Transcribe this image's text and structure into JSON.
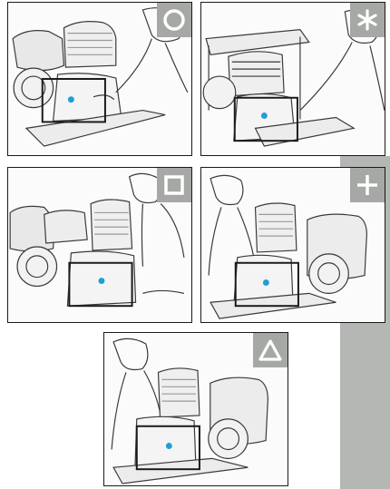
{
  "colors": {
    "frame": "#1a1a1a",
    "badge_bg": "#a6a8a5",
    "badge_symbol": "#ffffff",
    "side_strip": "#b4b7b3",
    "highlight_dot": "#1e9fd6",
    "ink": "#3a3a3a",
    "shade": "#d9d9d9"
  },
  "panels": [
    {
      "id": "circle-panel",
      "badge_icon": "circle-icon"
    },
    {
      "id": "star-panel",
      "badge_icon": "star-icon"
    },
    {
      "id": "square-panel",
      "badge_icon": "square-icon"
    },
    {
      "id": "plus-panel",
      "badge_icon": "plus-icon"
    },
    {
      "id": "triangle-panel",
      "badge_icon": "triangle-icon"
    }
  ]
}
